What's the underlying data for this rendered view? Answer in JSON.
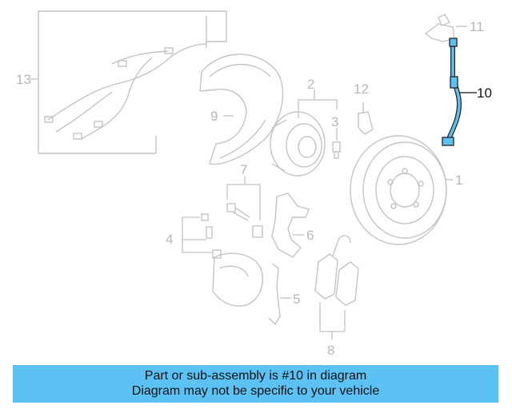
{
  "callouts": {
    "c1": "1",
    "c2": "2",
    "c3": "3",
    "c4": "4",
    "c5": "5",
    "c6": "6",
    "c7": "7",
    "c8": "8",
    "c9": "9",
    "c10": "10",
    "c11": "11",
    "c12": "12",
    "c13": "13"
  },
  "highlighted_part": "10",
  "colors": {
    "highlight": "#5cc2f4",
    "banner": "#5cc2f4",
    "parts": "#c4c4c4"
  },
  "banner": {
    "line1": "Part or sub-assembly is #10 in diagram",
    "line2": "Diagram may not be specific to your vehicle"
  }
}
